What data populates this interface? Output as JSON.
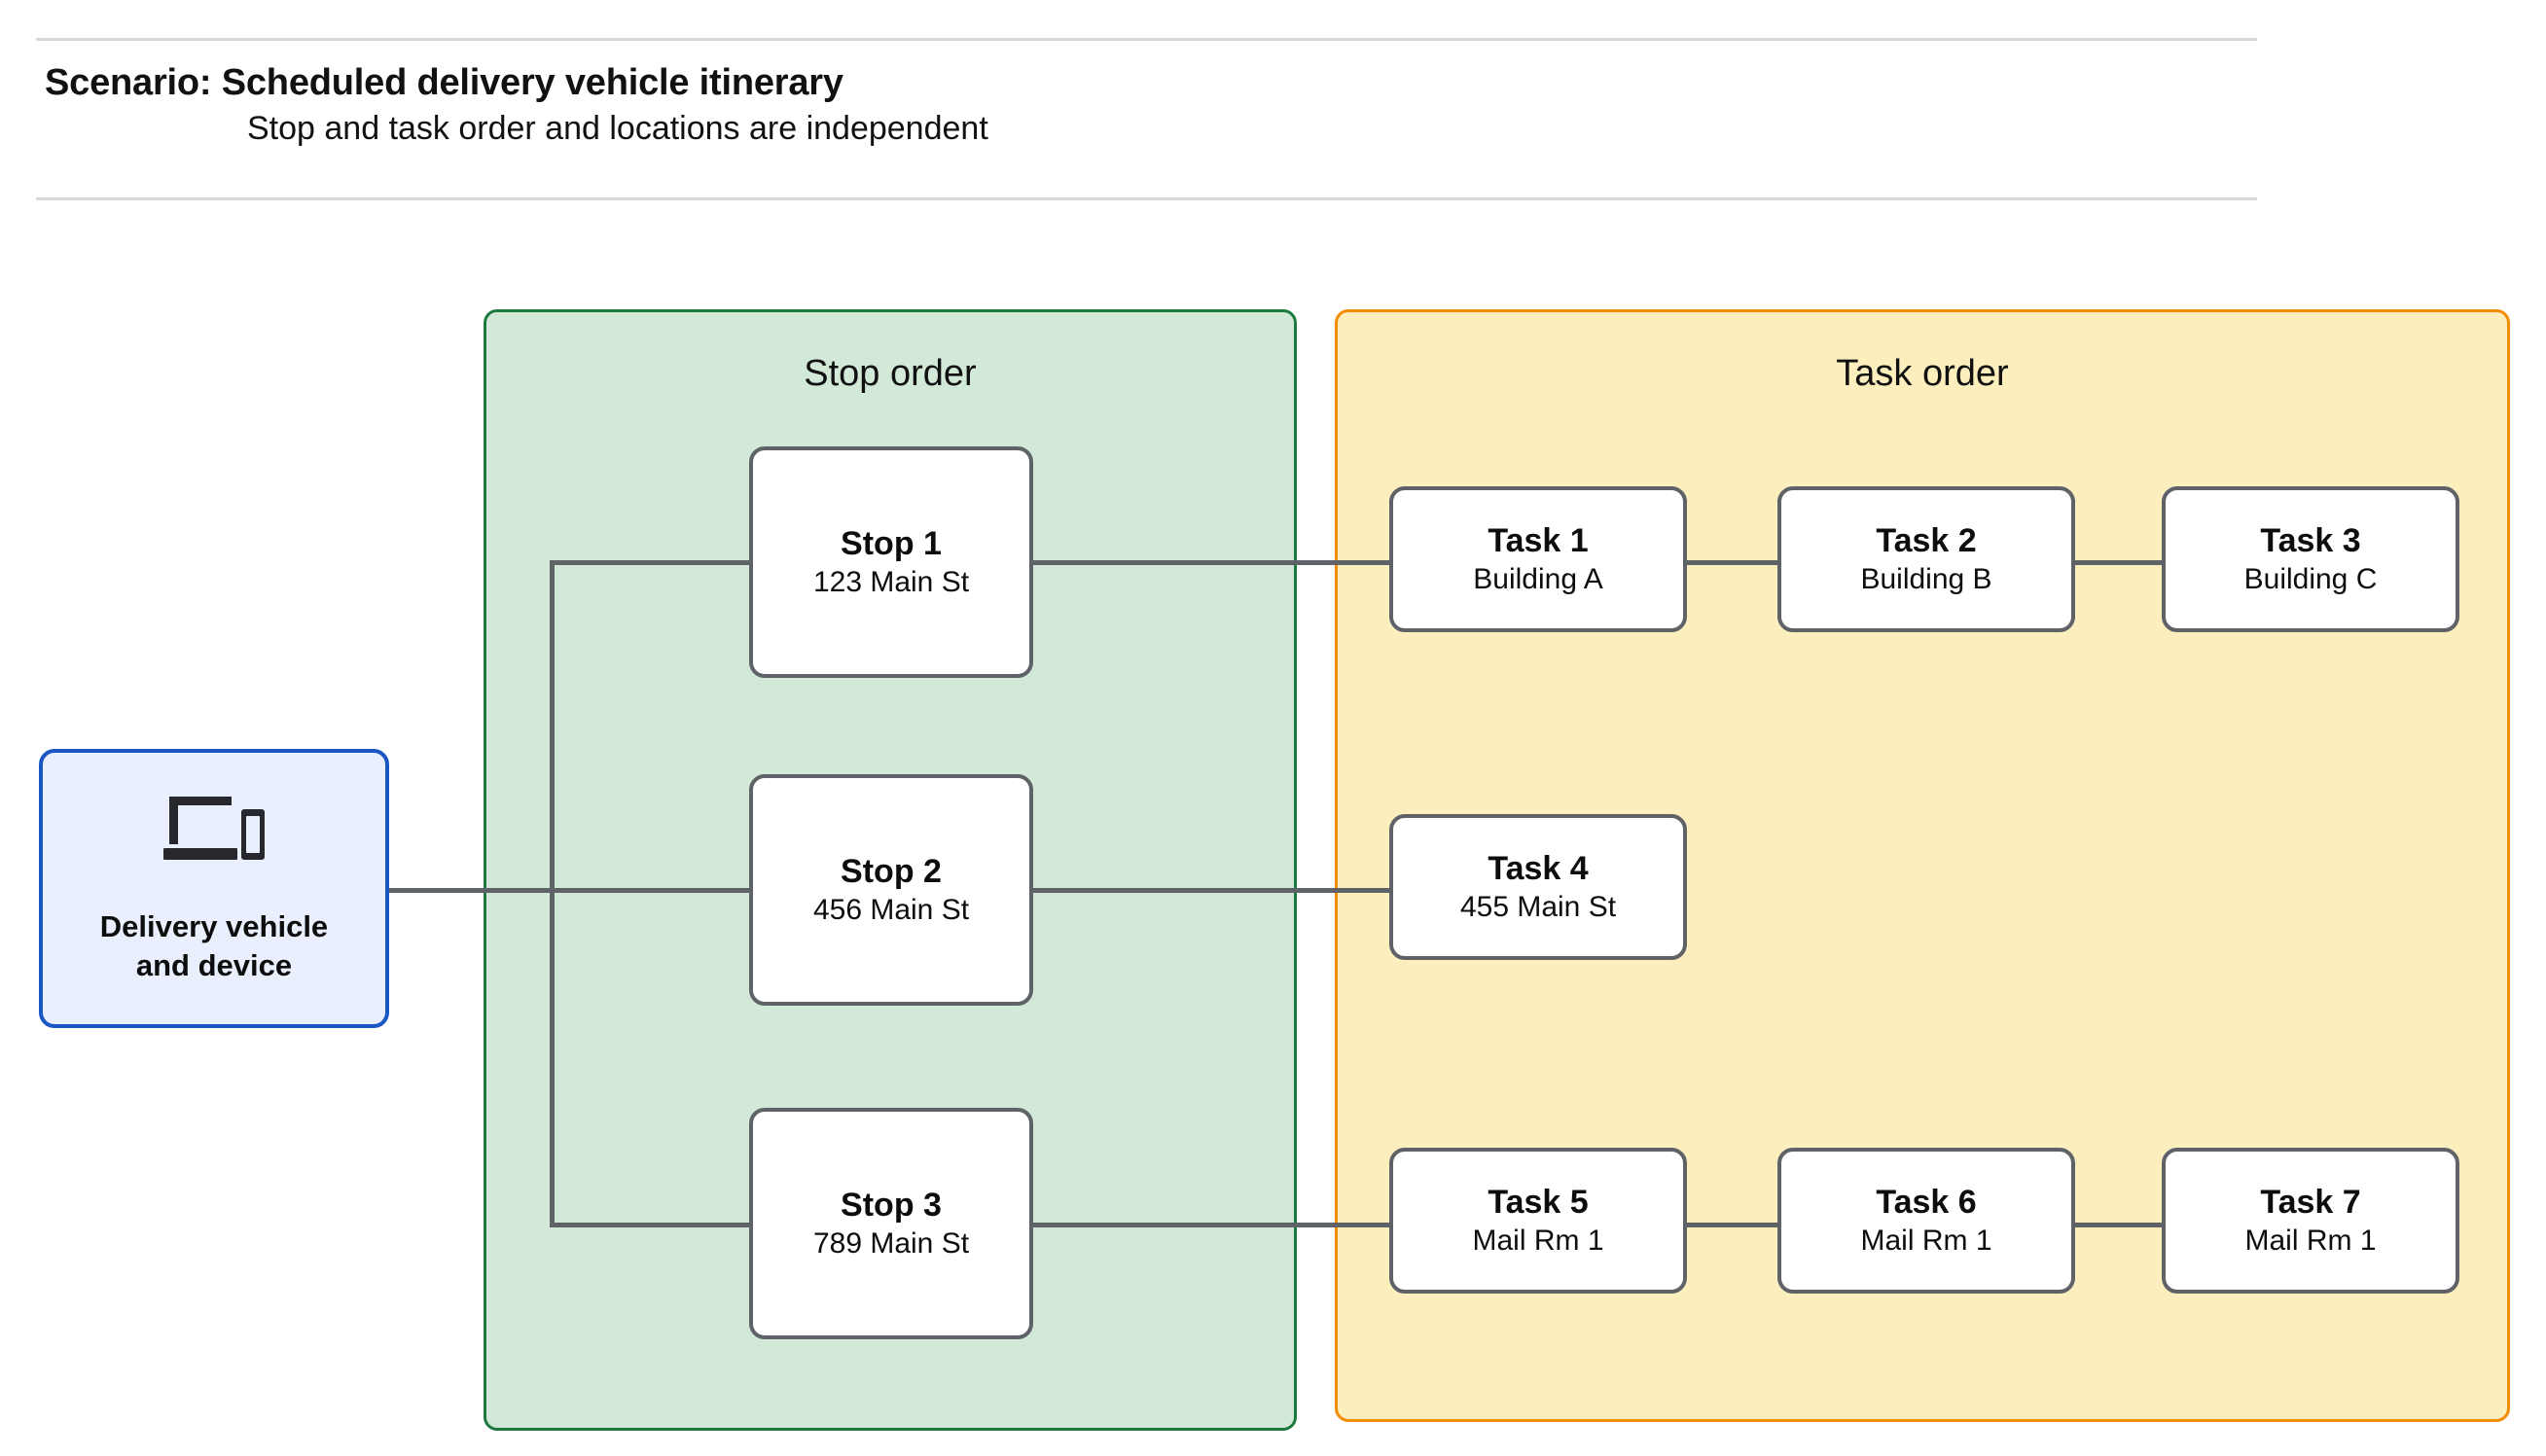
{
  "header": {
    "title": "Scenario: Scheduled delivery vehicle itinerary",
    "subtitle": "Stop and task order and locations are independent"
  },
  "device": {
    "label": "Delivery vehicle\nand device",
    "icon": "computer-and-phone-icon",
    "border_color": "#1a56c4",
    "fill_color": "#e9effd"
  },
  "stop_group": {
    "title": "Stop order",
    "fill_color": "#d3e9d8",
    "border_color": "#1d7a3e",
    "stops": [
      {
        "title": "Stop 1",
        "address": "123 Main St"
      },
      {
        "title": "Stop 2",
        "address": "456 Main St"
      },
      {
        "title": "Stop 3",
        "address": "789 Main St"
      }
    ]
  },
  "task_group": {
    "title": "Task order",
    "fill_color": "#fdeebe",
    "border_color": "#f28c00",
    "rows": [
      {
        "tasks": [
          {
            "title": "Task 1",
            "location": "Building A"
          },
          {
            "title": "Task 2",
            "location": "Building B"
          },
          {
            "title": "Task 3",
            "location": "Building C"
          }
        ]
      },
      {
        "tasks": [
          {
            "title": "Task 4",
            "location": "455 Main St"
          }
        ]
      },
      {
        "tasks": [
          {
            "title": "Task 5",
            "location": "Mail Rm 1"
          },
          {
            "title": "Task 6",
            "location": "Mail Rm 1"
          },
          {
            "title": "Task 7",
            "location": "Mail Rm 1"
          }
        ]
      }
    ]
  },
  "connector_color": "#5f6368"
}
